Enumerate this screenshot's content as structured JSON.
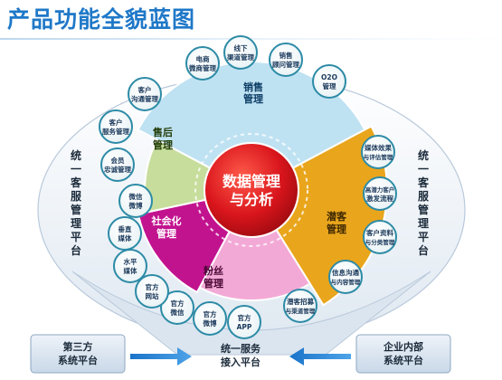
{
  "title": "产品功能全貌蓝图",
  "center": {
    "line1": "数据管理",
    "line2": "与分析"
  },
  "sectors": [
    {
      "key": "sales",
      "l1": "销售",
      "l2": "管理",
      "color": "#bfe2f2"
    },
    {
      "key": "latent",
      "l1": "潜客",
      "l2": "管理",
      "color": "#e9a51c"
    },
    {
      "key": "fans",
      "l1": "粉丝",
      "l2": "管理",
      "color": "#f3a9d6"
    },
    {
      "key": "social",
      "l1": "社会化",
      "l2": "管理",
      "color": "#c2138f"
    },
    {
      "key": "aftersale",
      "l1": "售后",
      "l2": "管理",
      "color": "#c7dd9c"
    }
  ],
  "bubbles": [
    {
      "key": "ecommerce",
      "l1": "电商",
      "l2": "微商管理"
    },
    {
      "key": "offline",
      "l1": "线下",
      "l2": "渠道管理"
    },
    {
      "key": "consultant",
      "l1": "销售",
      "l2": "顾问管理"
    },
    {
      "key": "o2o",
      "l1": "O2O",
      "l2": "管理"
    },
    {
      "key": "media-eval",
      "l1": "媒体效果",
      "l2": "与评估管理"
    },
    {
      "key": "high-potential",
      "l1": "高潜力客户",
      "l2": "激发流程"
    },
    {
      "key": "customer-data",
      "l1": "客户资料",
      "l2": "与分类管理"
    },
    {
      "key": "content-comm",
      "l1": "信息沟通",
      "l2": "与内容管理"
    },
    {
      "key": "recruit",
      "l1": "潜客招募",
      "l2": "与渠道管理"
    },
    {
      "key": "official-app",
      "l1": "官方",
      "l2": "APP"
    },
    {
      "key": "official-weibo",
      "l1": "官方",
      "l2": "微博"
    },
    {
      "key": "official-wechat",
      "l1": "官方",
      "l2": "微信"
    },
    {
      "key": "official-site",
      "l1": "官方",
      "l2": "网站"
    },
    {
      "key": "horizontal-media",
      "l1": "水平",
      "l2": "媒体"
    },
    {
      "key": "vertical-media",
      "l1": "垂直",
      "l2": "媒体"
    },
    {
      "key": "wechat-weibo",
      "l1": "微信",
      "l2": "微博"
    },
    {
      "key": "member-loyalty",
      "l1": "会员",
      "l2": "忠诚管理"
    },
    {
      "key": "customer-service",
      "l1": "客户",
      "l2": "服务管理"
    },
    {
      "key": "customer-comm",
      "l1": "客户",
      "l2": "沟通管理"
    }
  ],
  "side_left": {
    "text": "统一客服管理平台"
  },
  "side_right": {
    "text": "统一客服管理平台"
  },
  "bottom": {
    "left": {
      "l1": "第三方",
      "l2": "系统平台"
    },
    "right": {
      "l1": "企业内部",
      "l2": "系统平台"
    },
    "center": {
      "l1": "统一服务",
      "l2": "接入平台"
    }
  },
  "colors": {
    "title": "#1f78c8",
    "center": "#d9151c",
    "bubble": "#2d8ba6",
    "platform": "#e8eff7"
  }
}
